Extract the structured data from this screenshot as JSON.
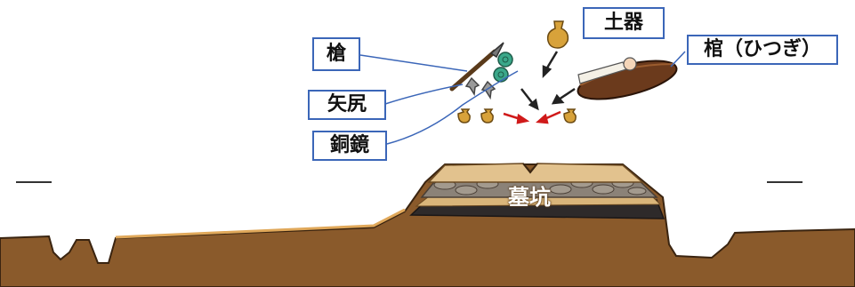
{
  "labels": {
    "spear": "槍",
    "arrowhead": "矢尻",
    "bronze_mirror": "銅鏡",
    "pottery": "土器",
    "coffin": "棺（ひつぎ）",
    "burial_pit": "墓坑"
  },
  "colors": {
    "label_border": "#3b66b8",
    "ground": "#8a5a2b",
    "ground_outline": "#3a2410",
    "sand_layer": "#e2c28e",
    "gray_layer": "#8b8278",
    "dark_layer": "#2e2a2a",
    "coffin": "#6b3a1c",
    "pottery": "#d8a23a",
    "mirror": "#3aa88a",
    "arrow_black": "#222222",
    "arrow_red": "#d01a1a"
  }
}
